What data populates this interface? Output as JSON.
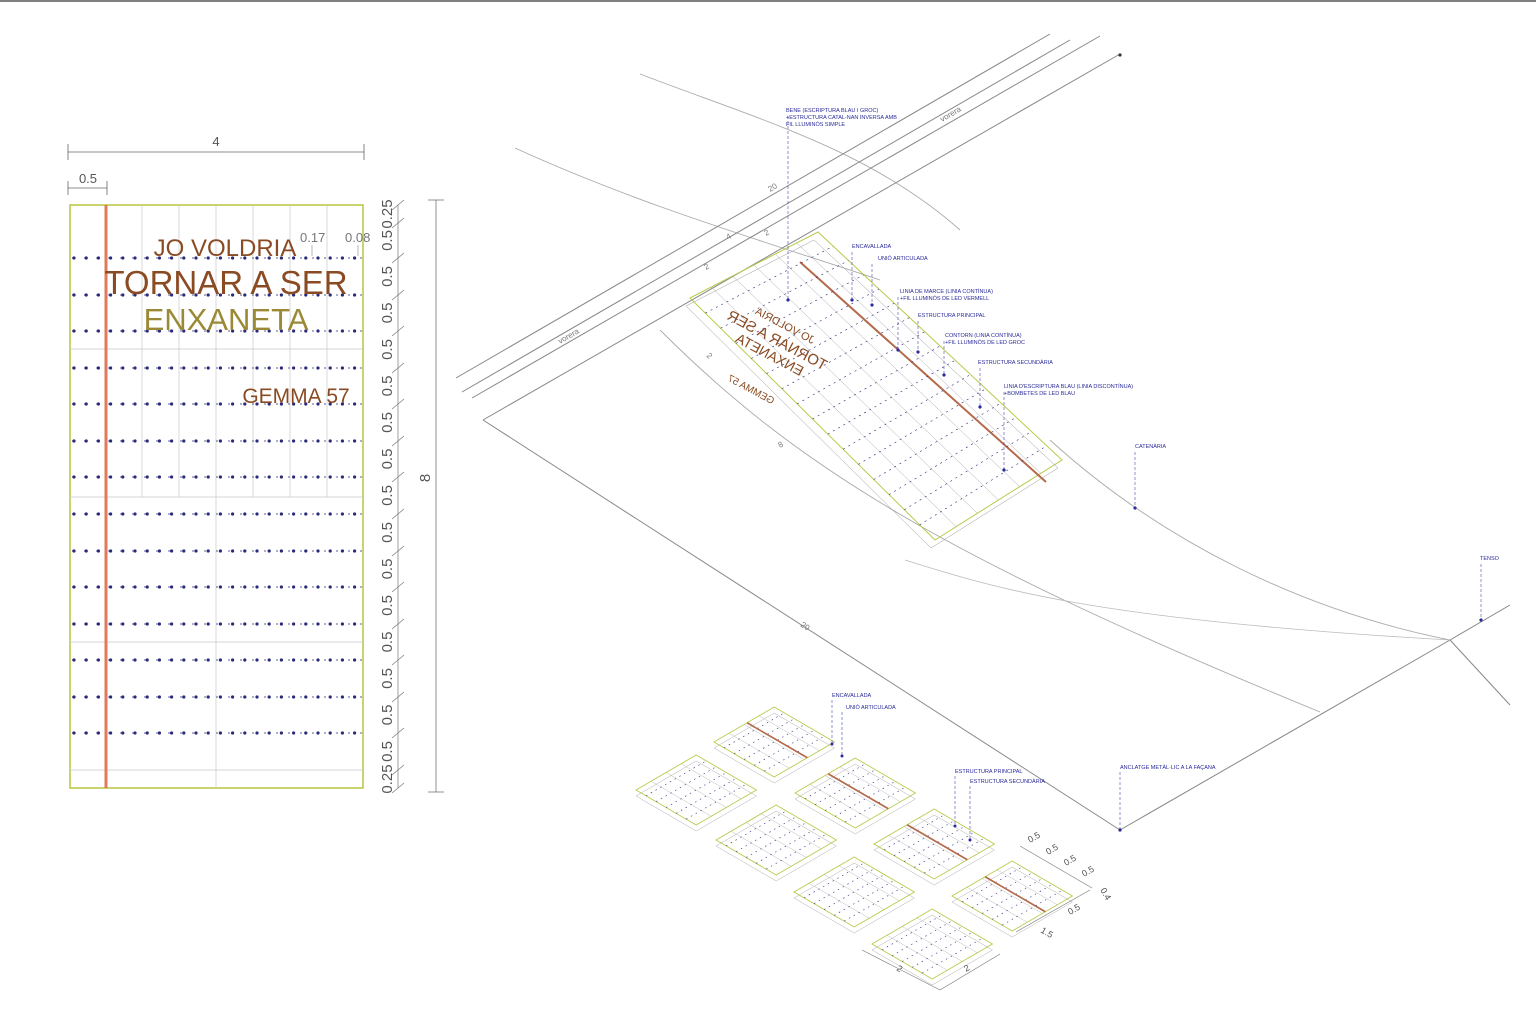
{
  "elevation": {
    "width_label": "4",
    "margin_label": "0.5",
    "height_label": "8",
    "spacing_labels": [
      "0.17",
      "0.08"
    ],
    "row_labels": [
      "0.25",
      "0.5",
      "0.5",
      "0.5",
      "0.5",
      "0.5",
      "0.5",
      "0.5",
      "0.5",
      "0.5",
      "0.5",
      "0.5",
      "0.5",
      "0.5",
      "0.5",
      "0.5",
      "0.25"
    ],
    "sign_lines": [
      "JO VOLDRIA",
      "TORNAR A SER",
      "ENXANETA"
    ],
    "signature": "GEMMA 57"
  },
  "axonometric": {
    "labels": {
      "vorera_1": "vorera",
      "vorera_2": "vorera",
      "d20_a": "20",
      "d20_b": "20",
      "d2_a": "2",
      "d2_b": "2",
      "d2_c": "2",
      "d4": "4",
      "d8": "8"
    },
    "mirrored_sign": [
      "JO VOLDRIA",
      "TORNAR A SER",
      "ENXANETA",
      "GEMMA 57"
    ],
    "annotations": [
      {
        "lines": [
          "BENE (ESCRIPTURA BLAU I GROC)",
          "+ESTRUCTURA CATAL-NAN INVERSA AMB",
          "FIL LLUMINÓS SIMPLE"
        ]
      },
      {
        "lines": [
          "ENCAVALLADA"
        ]
      },
      {
        "lines": [
          "UNIÓ ARTICULADA"
        ]
      },
      {
        "lines": [
          "LINIA DE MARCE (LINIA CONTÍNUA)",
          "+FIL LLUMINÓS DE LED VERMELL"
        ]
      },
      {
        "lines": [
          "ESTRUCTURA PRINCIPAL"
        ]
      },
      {
        "lines": [
          "CONTORN (LINIA CONTÍNUA)",
          "+FIL LLUMINÓS DE LED GROC"
        ]
      },
      {
        "lines": [
          "ESTRUCTURA SECUNDÀRIA"
        ]
      },
      {
        "lines": [
          "LINIA D'ESCRIPTURA BLAU (LINIA DISCONTÍNUA)",
          "+BOMBETES DE LED BLAU"
        ]
      },
      {
        "lines": [
          "CATENÀRIA"
        ]
      },
      {
        "lines": [
          "TENSO"
        ]
      }
    ]
  },
  "modules": {
    "annotations": [
      {
        "lines": [
          "ENCAVALLADA"
        ]
      },
      {
        "lines": [
          "UNIÓ ARTICULADA"
        ]
      },
      {
        "lines": [
          "ESTRUCTURA PRINCIPAL"
        ]
      },
      {
        "lines": [
          "ESTRUCTURA SECUNDÀRIA"
        ]
      },
      {
        "lines": [
          "ANCLATGE METÀL·LIC A LA FAÇANA"
        ]
      }
    ],
    "dims": [
      "0.5",
      "0.5",
      "0.5",
      "0.5",
      "0.4",
      "0.5",
      "1.5",
      "2",
      "2"
    ]
  },
  "colors": {
    "frame": "#bcc94a",
    "red_line": "#e07a5a",
    "dot": "#2a2a7a",
    "text_brown": "#8a4a22"
  }
}
